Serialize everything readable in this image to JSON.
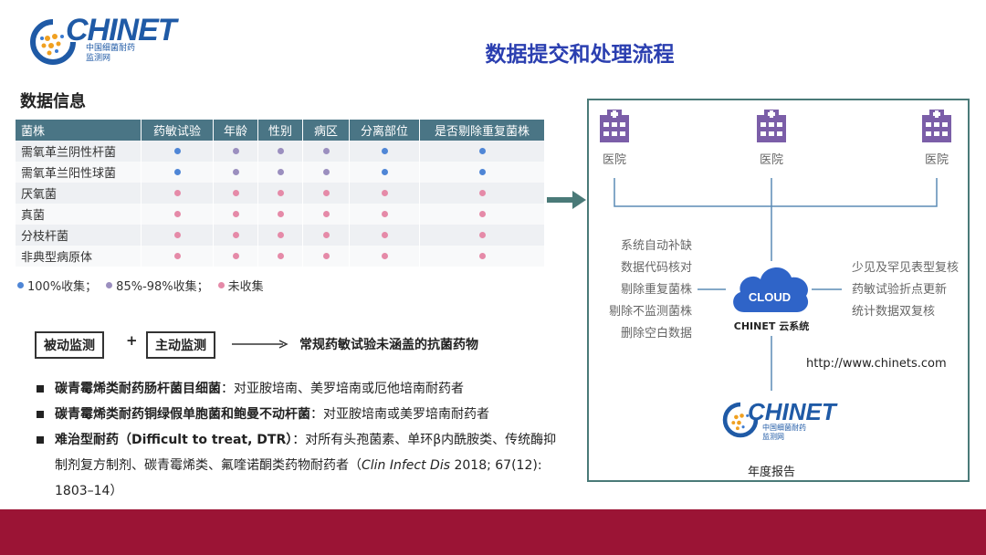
{
  "logo": {
    "word": "CHINET",
    "sub_line1": "中国细菌耐药",
    "sub_line2": "监测网"
  },
  "title": "数据提交和处理流程",
  "section_title": "数据信息",
  "table": {
    "headers": [
      "菌株",
      "药敏试验",
      "年龄",
      "性别",
      "病区",
      "分离部位",
      "是否剔除重复菌株"
    ],
    "rows": [
      {
        "name": "需氧革兰阴性杆菌",
        "dots": [
          "blue",
          "purple",
          "purple",
          "purple",
          "blue",
          "blue"
        ]
      },
      {
        "name": "需氧革兰阳性球菌",
        "dots": [
          "blue",
          "purple",
          "purple",
          "purple",
          "blue",
          "blue"
        ]
      },
      {
        "name": "厌氧菌",
        "dots": [
          "pink",
          "pink",
          "pink",
          "pink",
          "pink",
          "pink"
        ]
      },
      {
        "name": "真菌",
        "dots": [
          "pink",
          "pink",
          "pink",
          "pink",
          "pink",
          "pink"
        ]
      },
      {
        "name": "分枝杆菌",
        "dots": [
          "pink",
          "pink",
          "pink",
          "pink",
          "pink",
          "pink"
        ]
      },
      {
        "name": "非典型病原体",
        "dots": [
          "pink",
          "pink",
          "pink",
          "pink",
          "pink",
          "pink"
        ]
      }
    ]
  },
  "colors": {
    "blue": "#4f86d6",
    "purple": "#9b8fbf",
    "pink": "#e58aa8",
    "header_bg": "#4a7585",
    "title": "#2b3fb0",
    "footer": "#9b1435",
    "frame": "#4a7a78"
  },
  "legend": {
    "blue": "100%收集；",
    "purple": "85%-98%收集；",
    "pink": "未收集"
  },
  "flow": {
    "passive": "被动监测",
    "plus": "+",
    "active": "主动监测",
    "result": "常规药敏试验未涵盖的抗菌药物"
  },
  "bullets": [
    {
      "bold": "碳青霉烯类耐药肠杆菌目细菌",
      "text": "：对亚胺培南、美罗培南或厄他培南耐药者"
    },
    {
      "bold": "碳青霉烯类耐药铜绿假单胞菌和鲍曼不动杆菌",
      "text": "：对亚胺培南或美罗培南耐药者"
    },
    {
      "bold": "难治型耐药（Difficult to treat, DTR）",
      "text": "：对所有头孢菌素、单环β内酰胺类、传统酶抑制剂复方制剂、碳青霉烯类、氟喹诺酮类药物耐药者（",
      "italic": "Clin Infect Dis",
      "tail": " 2018; 67(12): 1803–14）"
    }
  ],
  "diagram": {
    "hospital_label": "医院",
    "left_steps": [
      "系统自动补缺",
      "数据代码核对",
      "剔除重复菌株",
      "剔除不监测菌株",
      "删除空白数据"
    ],
    "right_steps": [
      "少见及罕见表型复核",
      "药敏试验折点更新",
      "统计数据双复核"
    ],
    "cloud_text": "CLOUD",
    "cloud_caption": "CHINET 云系统",
    "url": "http://www.chinets.com",
    "report_label": "年度报告"
  }
}
